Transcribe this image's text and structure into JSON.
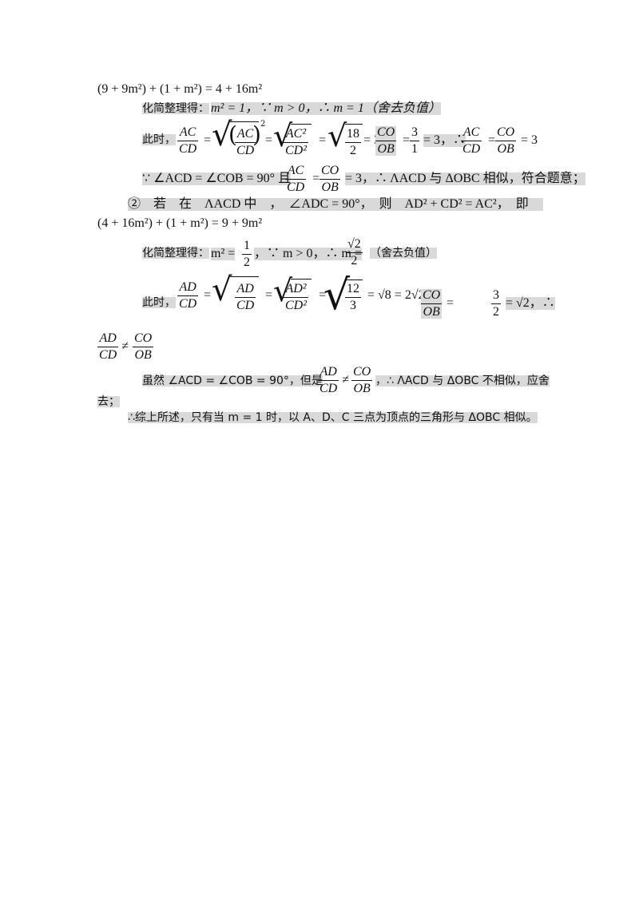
{
  "lines": {
    "l1": "(9 + 9m²) + (1 + m²) = 4 + 16m²",
    "l2_lead": "化简整理得：",
    "l2_a": "m² = 1，∵ m > 0，∴ m = 1（舍去负值）",
    "l3_lead": "此时，",
    "l3_a": "= 3，",
    "l3_b": "= 3，∴",
    "l3_c": "= 3",
    "l3_eq1": "=",
    "l3_eq2": "=",
    "l3_eq3": "=",
    "l4_a": "∵ ∠ACD = ∠COB = 90° 且",
    "l4_b": "= 3，∴ ΛACD 与 ΔOBC 相似，符合题意；",
    "l5": "②　若　在　ΛACD 中　，　∠ADC = 90°，　则　AD² + CD² = AC²，　即",
    "l6": "(4 + 16m²) + (1 + m²) = 9 + 9m²",
    "l7_lead": "化简整理得：",
    "l7_a": "m² =",
    "l7_b": "，∵ m > 0，∴ m =",
    "l7_c": "（舍去负值）",
    "l8_lead": "此时，",
    "l8_a": "= √8 = 2√2，",
    "l8_b": "= √2，∴",
    "l9_neq": "≠",
    "l10_lead": "虽然 ∠ACD = ∠COB = 90°，但是",
    "l10_b": "，∴ ΛACD 与 ΔOBC 不相似，应舍",
    "l11": "去；",
    "l12": "∴综上所述，只有当 m = 1 时，以 A、D、C 三点为顶点的三角形与 ΔOBC 相似。"
  },
  "fractions": {
    "AC": "AC",
    "CD": "CD",
    "CO": "CO",
    "OB": "OB",
    "AD": "AD",
    "AC2": "AC²",
    "CD2": "CD²",
    "AD2": "AD²",
    "n18": "18",
    "n2": "2",
    "n3": "3",
    "n1": "1",
    "n12": "12",
    "r2": "√2"
  }
}
